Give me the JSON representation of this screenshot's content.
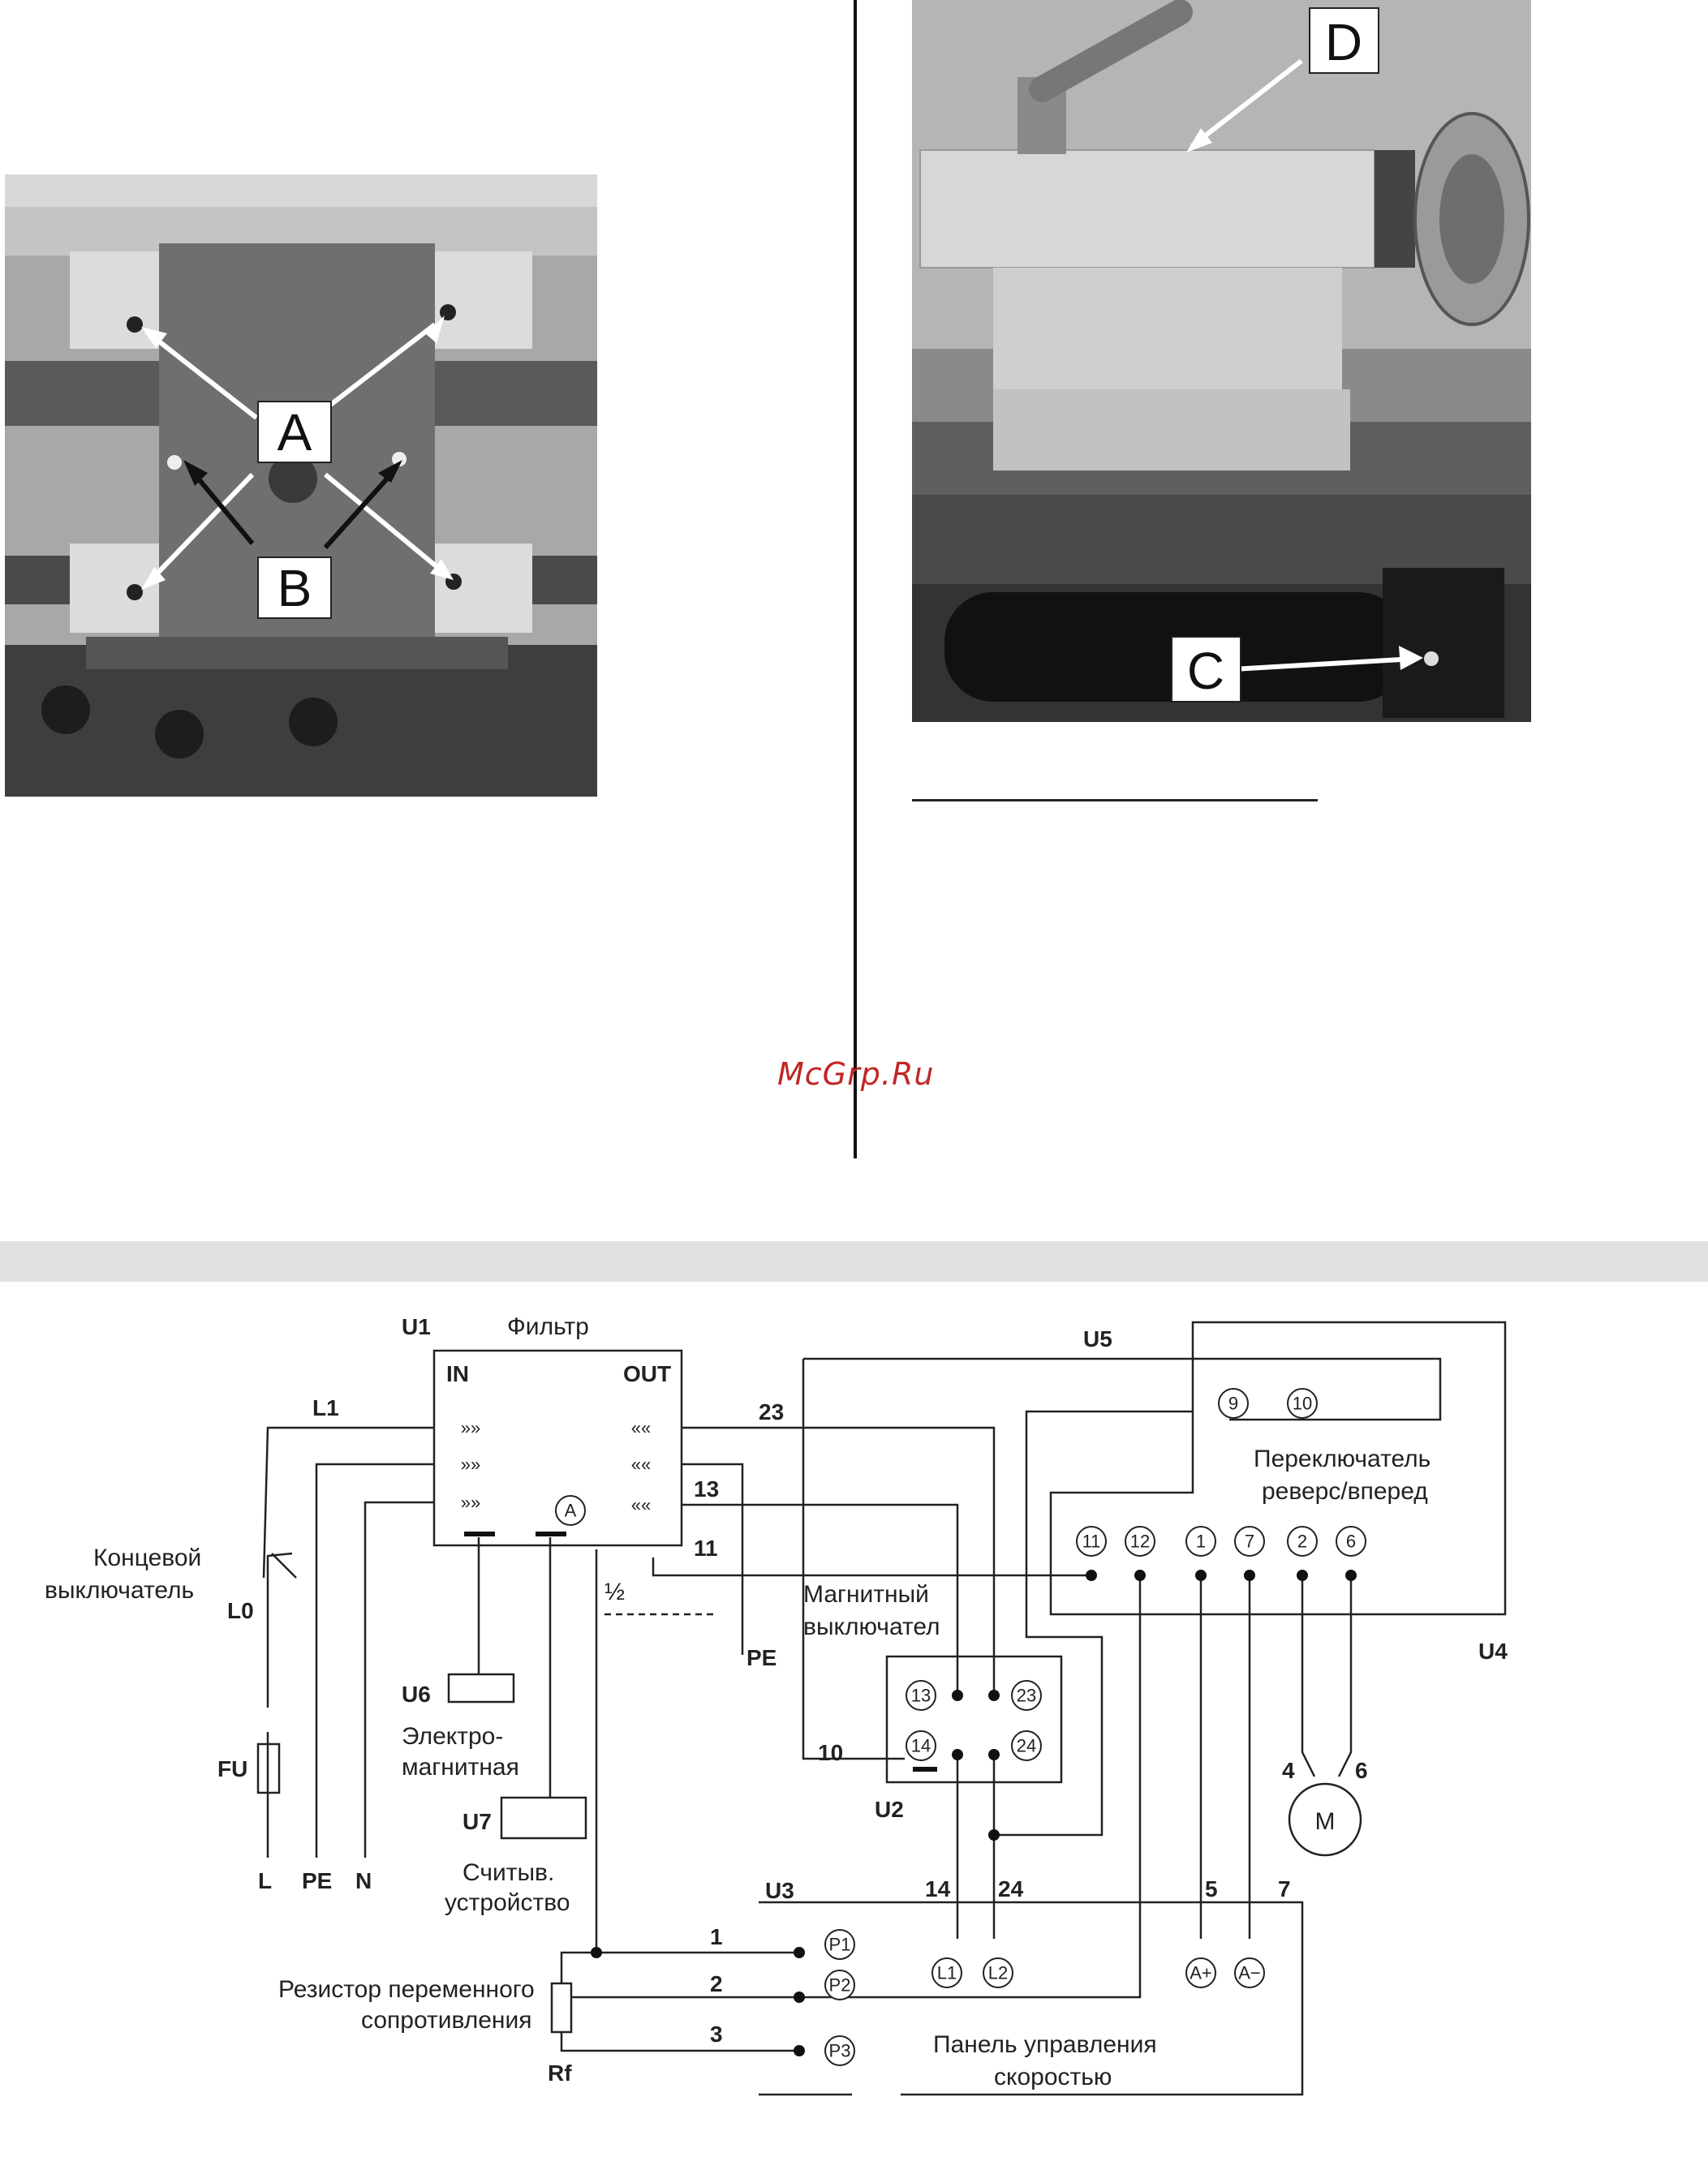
{
  "photo_left": {
    "labels": {
      "a": "A",
      "b": "B"
    }
  },
  "photo_right": {
    "labels": {
      "c": "C",
      "d": "D"
    }
  },
  "watermark": "McGrp.Ru",
  "diagram": {
    "u1": "U1",
    "filter": "Фильтр",
    "in": "IN",
    "out": "OUT",
    "l1": "L1",
    "w23": "23",
    "u5": "U5",
    "w13": "13",
    "w11": "11",
    "half": "½",
    "pe_wire": "PE",
    "a_terminal": "A",
    "reverse_switch": [
      "Переключатель",
      "реверс/вперед"
    ],
    "t9": "9",
    "t10": "10",
    "limit_switch": [
      "Концевой",
      "выключатель"
    ],
    "l0": "L0",
    "fu": "FU",
    "l": "L",
    "pe": "PE",
    "n": "N",
    "u6": "U6",
    "electromagnetic": [
      "Электро-",
      "магнитная"
    ],
    "u7": "U7",
    "reader": [
      "Считыв.",
      "устройство"
    ],
    "magnetic_switch": [
      "Магнитный",
      "выключател"
    ],
    "u2": "U2",
    "w10": "10",
    "m13": "13",
    "m23": "23",
    "m14": "14",
    "m24": "24",
    "u4_terms": [
      "11",
      "12",
      "1",
      "7",
      "2",
      "6"
    ],
    "u4": "U4",
    "motor": "M",
    "w4": "4",
    "w6": "6",
    "u3": "U3",
    "w14": "14",
    "w24": "24",
    "w5": "5",
    "w7": "7",
    "w1": "1",
    "w2": "2",
    "w3": "3",
    "p1": "P1",
    "p2": "P2",
    "p3": "P3",
    "pl1": "L1",
    "pl2": "L2",
    "ap": "A+",
    "am": "A−",
    "resistor": [
      "Резистор переменного",
      "сопротивления"
    ],
    "rf": "Rf",
    "speed_panel": [
      "Панель управления",
      "скоростью"
    ]
  }
}
